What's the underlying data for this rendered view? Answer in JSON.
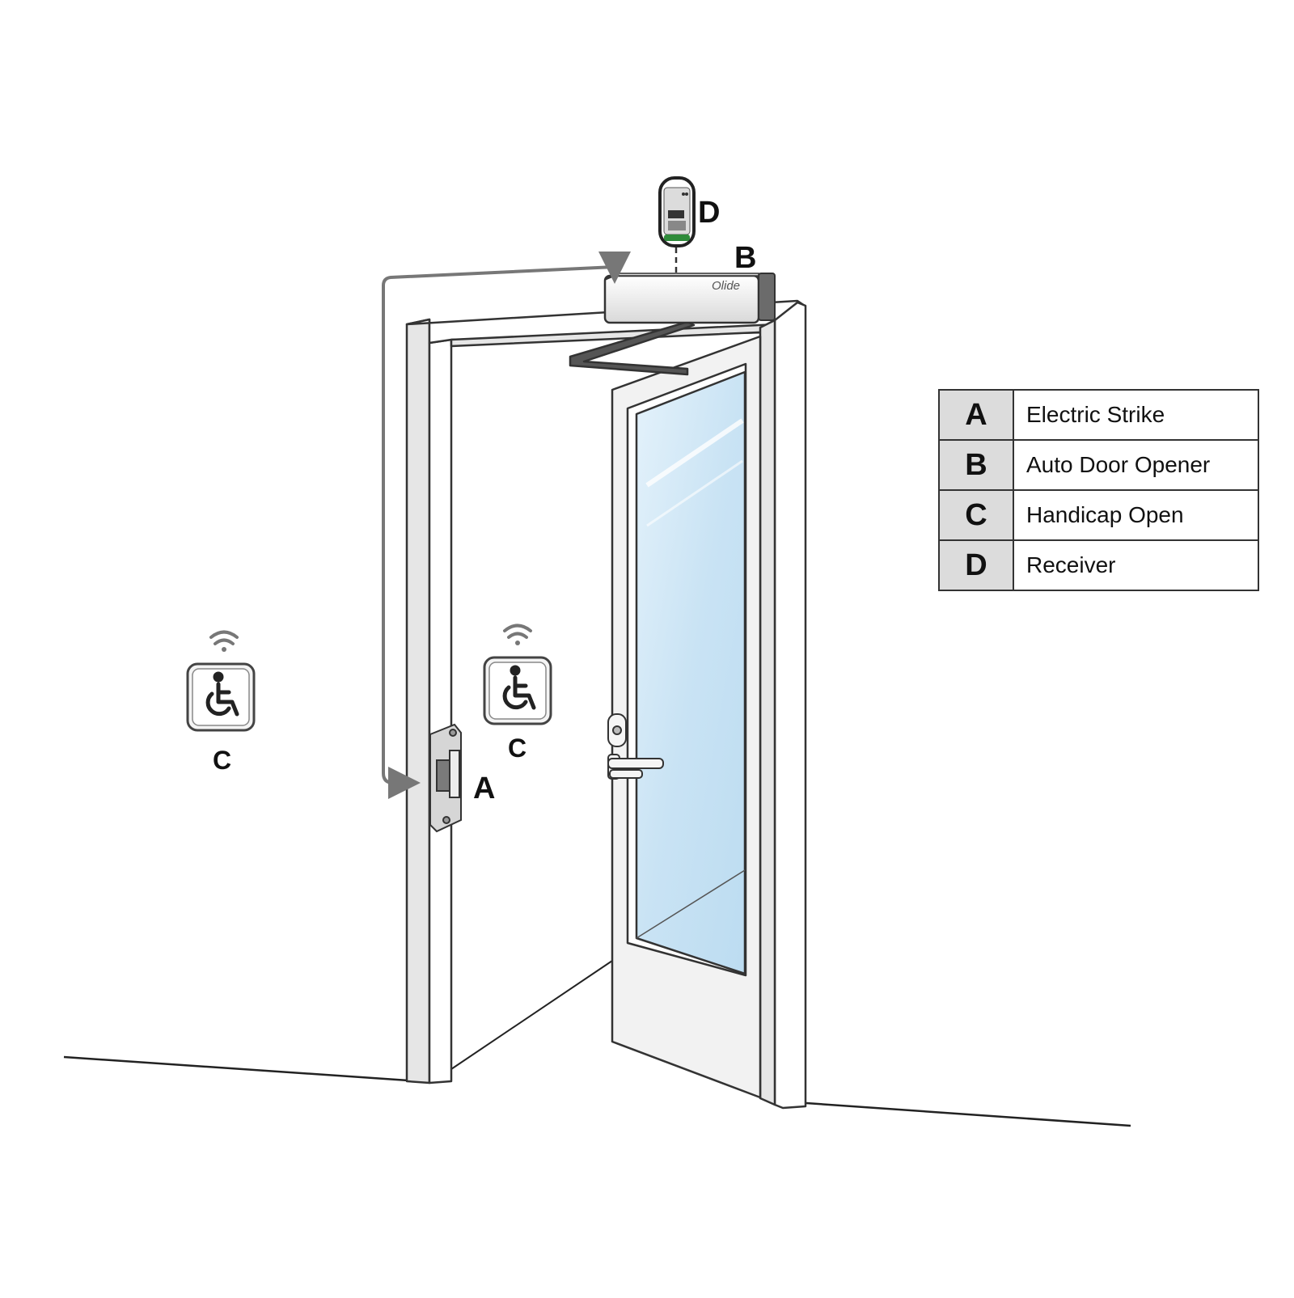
{
  "labels": {
    "strike": "A",
    "opener": "B",
    "button_left": "C",
    "button_right": "C",
    "receiver": "D"
  },
  "opener_brand": "Olide",
  "legend": [
    {
      "key": "A",
      "label": "Electric Strike"
    },
    {
      "key": "B",
      "label": "Auto Door Opener"
    },
    {
      "key": "C",
      "label": "Handicap Open"
    },
    {
      "key": "D",
      "label": "Receiver"
    }
  ],
  "colors": {
    "line": "#333333",
    "frame_fill": "#ffffff",
    "frame_side": "#e6e6e6",
    "glass": "#cfe6f6",
    "opener_body": "#f4f4f4",
    "opener_cap": "#6b6b6b",
    "receiver_green": "#2e8b3a",
    "legend_key_bg": "#dcdcdc",
    "wire": "#777777"
  }
}
